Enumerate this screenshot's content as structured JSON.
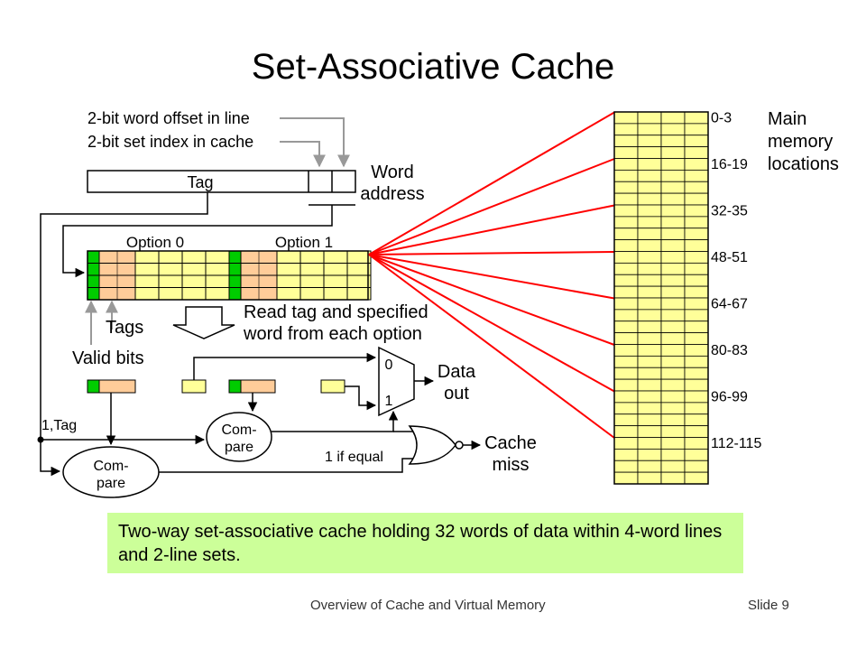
{
  "slide": {
    "title": "Set-Associative Cache",
    "footer_left": "Overview of Cache and Virtual Memory",
    "footer_right": "Slide 9"
  },
  "caption": "Two-way set-associative cache holding 32 words of data within 4-word lines and 2-line sets.",
  "colors": {
    "valid_green": "#00cc00",
    "tag_salmon": "#ffcc99",
    "data_yellow": "#ffff99",
    "mapping_red": "#ff0000",
    "caption_green": "#ccff99",
    "arrow_gray": "#999999"
  },
  "diagram": {
    "word_offset_label": "2-bit word offset in line",
    "set_index_label": "2-bit set index in cache",
    "tag_field_label": "Tag",
    "word_address_label": [
      "Word",
      "address"
    ],
    "option0_label": "Option 0",
    "option1_label": "Option 1",
    "tags_label": "Tags",
    "valid_bits_label": "Valid bits",
    "read_label": [
      "Read tag and specified",
      "word from each option"
    ],
    "mux_in0": "0",
    "mux_in1": "1",
    "data_out_label": [
      "Data",
      "out"
    ],
    "ltag_label": "1,Tag",
    "compare_label": [
      "Com-",
      "pare"
    ],
    "if_equal_label": "1 if equal",
    "cache_miss_label": [
      "Cache",
      "miss"
    ],
    "main_memory_label": [
      "Main",
      "memory",
      "locations"
    ],
    "memory_addresses": [
      "0-3",
      "16-19",
      "32-35",
      "48-51",
      "64-67",
      "80-83",
      "96-99",
      "112-115"
    ]
  }
}
